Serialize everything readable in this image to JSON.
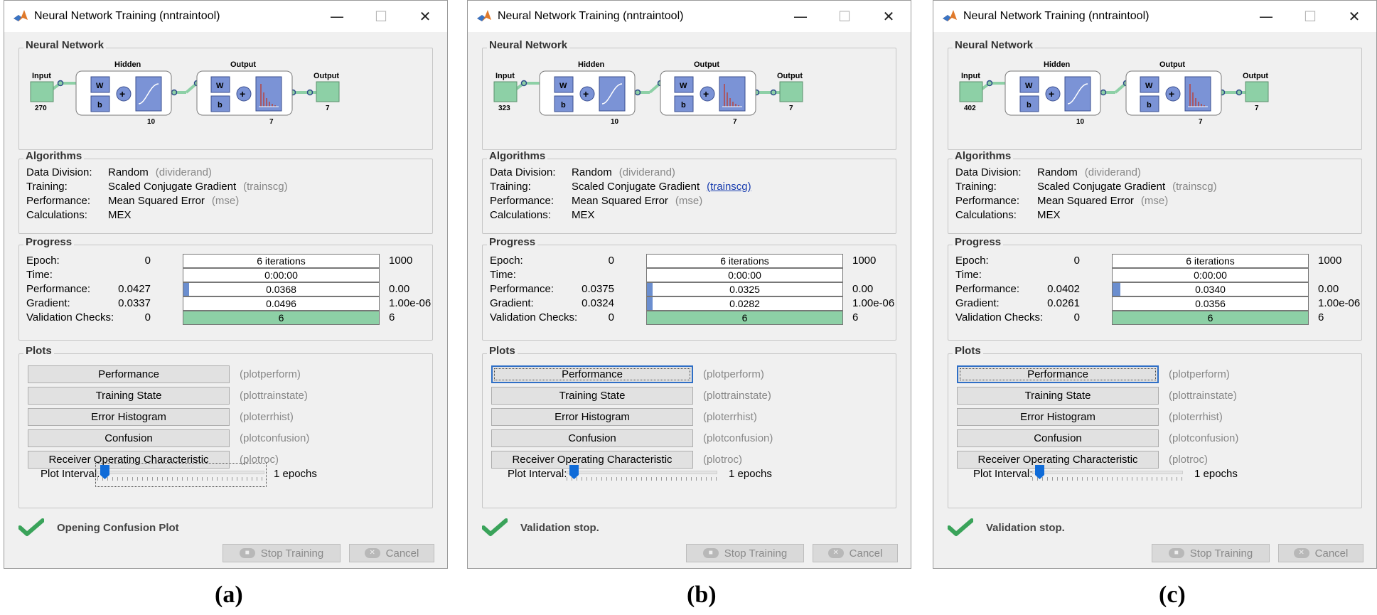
{
  "panels": [
    {
      "title": "Neural Network Training (nntraintool)",
      "window_buttons": {
        "minimize": "—",
        "maximize": "☐",
        "close": "✕"
      },
      "network": {
        "group_title": "Neural Network",
        "input_label": "Input",
        "input_size": "270",
        "hidden_label": "Hidden",
        "hidden_size": "10",
        "output_layer_label": "Output",
        "output_layer_size": "7",
        "output_label": "Output",
        "output_size": "7",
        "w": "W",
        "b": "b",
        "plus": "+"
      },
      "algorithms": {
        "group_title": "Algorithms",
        "rows": [
          {
            "key": "Data Division:",
            "value": "Random",
            "param": "(dividerand)",
            "link": false
          },
          {
            "key": "Training:",
            "value": "Scaled Conjugate Gradient",
            "param": "(trainscg)",
            "link": false
          },
          {
            "key": "Performance:",
            "value": "Mean Squared Error",
            "param": "(mse)",
            "link": false
          },
          {
            "key": "Calculations:",
            "value": "MEX",
            "param": "",
            "link": false
          }
        ]
      },
      "progress": {
        "group_title": "Progress",
        "rows": [
          {
            "label": "Epoch:",
            "left": "0",
            "bar": "6 iterations",
            "right": "1000",
            "fill": 0,
            "green": false
          },
          {
            "label": "Time:",
            "left": "",
            "bar": "0:00:00",
            "right": "",
            "fill": 0,
            "green": false
          },
          {
            "label": "Performance:",
            "left": "0.0427",
            "bar": "0.0368",
            "right": "0.00",
            "fill": 0.03,
            "green": false
          },
          {
            "label": "Gradient:",
            "left": "0.0337",
            "bar": "0.0496",
            "right": "1.00e-06",
            "fill": 0,
            "green": false
          },
          {
            "label": "Validation Checks:",
            "left": "0",
            "bar": "6",
            "right": "6",
            "fill": 1.0,
            "green": true
          }
        ]
      },
      "plots": {
        "group_title": "Plots",
        "buttons": [
          {
            "label": "Performance",
            "fn": "(plotperform)"
          },
          {
            "label": "Training State",
            "fn": "(plottrainstate)"
          },
          {
            "label": "Error Histogram",
            "fn": "(ploterrhist)"
          },
          {
            "label": "Confusion",
            "fn": "(plotconfusion)"
          },
          {
            "label": "Receiver Operating Characteristic",
            "fn": "(plotroc)"
          }
        ],
        "interval_label": "Plot Interval:",
        "interval_value": "1 epochs"
      },
      "status": "Opening Confusion Plot",
      "stop_label": "Stop Training",
      "cancel_label": "Cancel",
      "caption": "(a)"
    },
    {
      "title": "Neural Network Training (nntraintool)",
      "window_buttons": {
        "minimize": "—",
        "maximize": "☐",
        "close": "✕"
      },
      "network": {
        "group_title": "Neural Network",
        "input_label": "Input",
        "input_size": "323",
        "hidden_label": "Hidden",
        "hidden_size": "10",
        "output_layer_label": "Output",
        "output_layer_size": "7",
        "output_label": "Output",
        "output_size": "7",
        "w": "W",
        "b": "b",
        "plus": "+"
      },
      "algorithms": {
        "group_title": "Algorithms",
        "rows": [
          {
            "key": "Data Division:",
            "value": "Random",
            "param": "(dividerand)",
            "link": false
          },
          {
            "key": "Training:",
            "value": "Scaled Conjugate Gradient",
            "param": "(trainscg)",
            "link": true
          },
          {
            "key": "Performance:",
            "value": "Mean Squared Error",
            "param": "(mse)",
            "link": false
          },
          {
            "key": "Calculations:",
            "value": "MEX",
            "param": "",
            "link": false
          }
        ]
      },
      "progress": {
        "group_title": "Progress",
        "rows": [
          {
            "label": "Epoch:",
            "left": "0",
            "bar": "6 iterations",
            "right": "1000",
            "fill": 0,
            "green": false
          },
          {
            "label": "Time:",
            "left": "",
            "bar": "0:00:00",
            "right": "",
            "fill": 0,
            "green": false
          },
          {
            "label": "Performance:",
            "left": "0.0375",
            "bar": "0.0325",
            "right": "0.00",
            "fill": 0.03,
            "green": false
          },
          {
            "label": "Gradient:",
            "left": "0.0324",
            "bar": "0.0282",
            "right": "1.00e-06",
            "fill": 0.03,
            "green": false
          },
          {
            "label": "Validation Checks:",
            "left": "0",
            "bar": "6",
            "right": "6",
            "fill": 1.0,
            "green": true
          }
        ]
      },
      "plots": {
        "group_title": "Plots",
        "buttons": [
          {
            "label": "Performance",
            "fn": "(plotperform)"
          },
          {
            "label": "Training State",
            "fn": "(plottrainstate)"
          },
          {
            "label": "Error Histogram",
            "fn": "(ploterrhist)"
          },
          {
            "label": "Confusion",
            "fn": "(plotconfusion)"
          },
          {
            "label": "Receiver Operating Characteristic",
            "fn": "(plotroc)"
          }
        ],
        "interval_label": "Plot Interval:",
        "interval_value": "1 epochs"
      },
      "status": "Validation stop.",
      "stop_label": "Stop Training",
      "cancel_label": "Cancel",
      "caption": "(b)"
    },
    {
      "title": "Neural Network Training (nntraintool)",
      "window_buttons": {
        "minimize": "—",
        "maximize": "☐",
        "close": "✕"
      },
      "network": {
        "group_title": "Neural Network",
        "input_label": "Input",
        "input_size": "402",
        "hidden_label": "Hidden",
        "hidden_size": "10",
        "output_layer_label": "Output",
        "output_layer_size": "7",
        "output_label": "Output",
        "output_size": "7",
        "w": "W",
        "b": "b",
        "plus": "+"
      },
      "algorithms": {
        "group_title": "Algorithms",
        "rows": [
          {
            "key": "Data Division:",
            "value": "Random",
            "param": "(dividerand)",
            "link": false
          },
          {
            "key": "Training:",
            "value": "Scaled Conjugate Gradient",
            "param": "(trainscg)",
            "link": false
          },
          {
            "key": "Performance:",
            "value": "Mean Squared Error",
            "param": "(mse)",
            "link": false
          },
          {
            "key": "Calculations:",
            "value": "MEX",
            "param": "",
            "link": false
          }
        ]
      },
      "progress": {
        "group_title": "Progress",
        "rows": [
          {
            "label": "Epoch:",
            "left": "0",
            "bar": "6 iterations",
            "right": "1000",
            "fill": 0,
            "green": false
          },
          {
            "label": "Time:",
            "left": "",
            "bar": "0:00:00",
            "right": "",
            "fill": 0,
            "green": false
          },
          {
            "label": "Performance:",
            "left": "0.0402",
            "bar": "0.0340",
            "right": "0.00",
            "fill": 0.04,
            "green": false
          },
          {
            "label": "Gradient:",
            "left": "0.0261",
            "bar": "0.0356",
            "right": "1.00e-06",
            "fill": 0,
            "green": false
          },
          {
            "label": "Validation Checks:",
            "left": "0",
            "bar": "6",
            "right": "6",
            "fill": 1.0,
            "green": true
          }
        ]
      },
      "plots": {
        "group_title": "Plots",
        "buttons": [
          {
            "label": "Performance",
            "fn": "(plotperform)"
          },
          {
            "label": "Training State",
            "fn": "(plottrainstate)"
          },
          {
            "label": "Error Histogram",
            "fn": "(ploterrhist)"
          },
          {
            "label": "Confusion",
            "fn": "(plotconfusion)"
          },
          {
            "label": "Receiver Operating Characteristic",
            "fn": "(plotroc)"
          }
        ],
        "interval_label": "Plot Interval:",
        "interval_value": "1 epochs"
      },
      "status": "Validation stop.",
      "stop_label": "Stop Training",
      "cancel_label": "Cancel",
      "caption": "(c)"
    }
  ],
  "colors": {
    "node_green": "#8dd0a6",
    "layer_blue": "#7b93d6",
    "progress_blue": "#6b8ecf",
    "check_green": "#3aa35a",
    "focus_blue": "#2f6fc6",
    "slider_blue": "#0f6bd8"
  }
}
